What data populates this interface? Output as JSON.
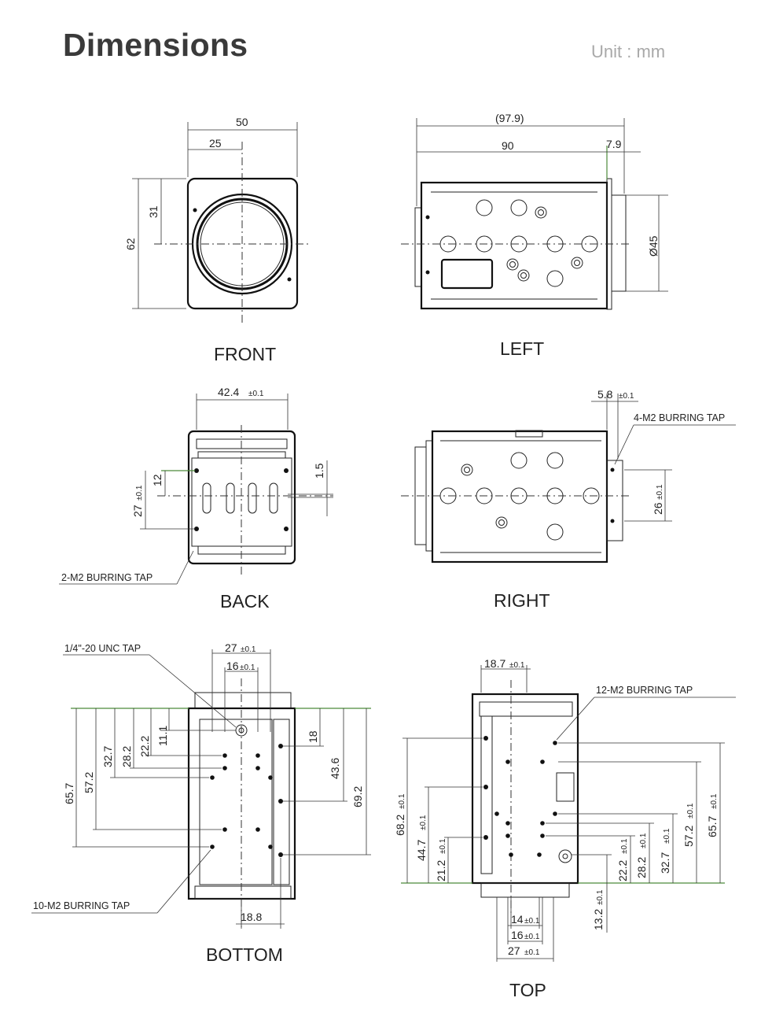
{
  "header": {
    "title": "Dimensions",
    "unit": "Unit : mm"
  },
  "views": {
    "front": {
      "label": "FRONT",
      "dims": {
        "width": "50",
        "half_width": "25",
        "center_height": "31",
        "height": "62"
      }
    },
    "left": {
      "label": "LEFT",
      "dims": {
        "total": "(97.9)",
        "body": "90",
        "mount": "7.9",
        "diameter": "Ø45"
      }
    },
    "back": {
      "label": "BACK",
      "dims": {
        "width": "42.4",
        "width_tol": "±0.1",
        "offset": "12",
        "height": "27",
        "height_tol": "±0.1",
        "gap": "1.5"
      },
      "note": "2-M2 BURRING TAP"
    },
    "right": {
      "label": "RIGHT",
      "dims": {
        "edge": "5.8",
        "edge_tol": "±0.1",
        "height": "26",
        "height_tol": "±0.1"
      },
      "note": "4-M2 BURRING TAP"
    },
    "bottom": {
      "label": "BOTTOM",
      "note_tripod": "1/4\"-20 UNC TAP",
      "note_taps": "10-M2 BURRING TAP",
      "dims": {
        "w27": "27",
        "w16": "16",
        "w18_8": "18.8",
        "h11_1": "11.1",
        "h22_2": "22.2",
        "h28_2": "28.2",
        "h32_7": "32.7",
        "h57_2": "57.2",
        "h65_7": "65.7",
        "h18": "18",
        "h43_6": "43.6",
        "h69_2": "69.2",
        "tol": "±0.1"
      }
    },
    "top": {
      "label": "TOP",
      "note": "12-M2 BURRING TAP",
      "dims": {
        "w18_7": "18.7",
        "w14": "14",
        "w16": "16",
        "w27": "27",
        "h68_2": "68.2",
        "h44_7": "44.7",
        "h21_2": "21.2",
        "h22_2": "22.2",
        "h28_2": "28.2",
        "h32_7": "32.7",
        "h57_2": "57.2",
        "h65_7": "65.7",
        "h13_2": "13.2",
        "tol": "±0.1"
      }
    }
  }
}
